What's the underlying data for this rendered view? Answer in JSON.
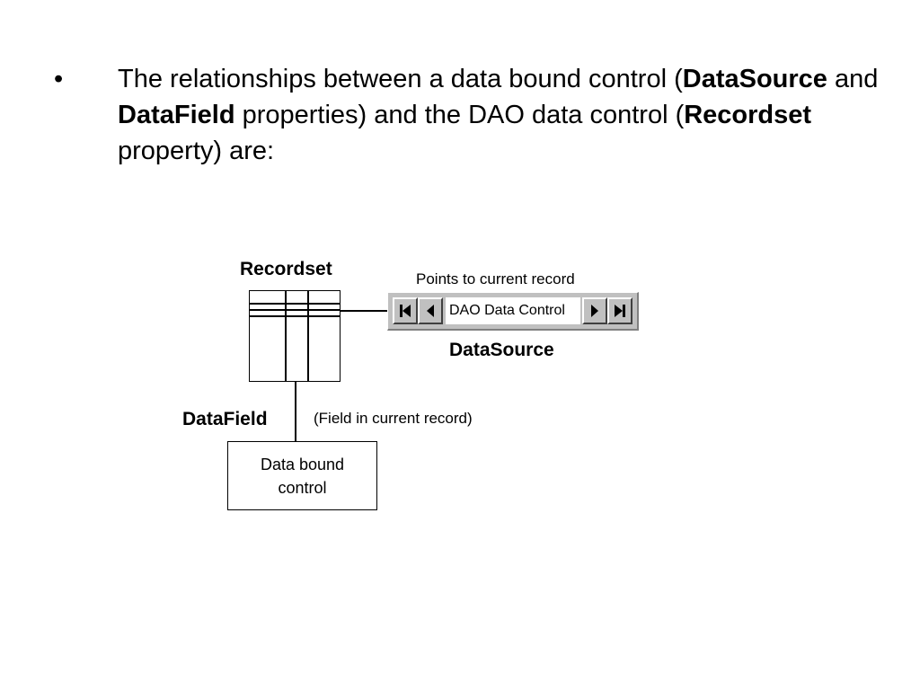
{
  "slide": {
    "bullet_char": "•",
    "text": {
      "p1": "The relationships between a data bound control (",
      "b1": "DataSource",
      "p2": " and ",
      "b2": "DataField",
      "p3": " properties) and the DAO data control (",
      "b3": "Recordset",
      "p4": " property) are:"
    }
  },
  "diagram": {
    "recordset_label": "Recordset",
    "points_to_label": "Points to current record",
    "dao_control": {
      "caption": "DAO Data Control",
      "buttons": [
        "first-record",
        "previous-record",
        "next-record",
        "last-record"
      ],
      "face_color": "#c0c0c0"
    },
    "datasource_label": "DataSource",
    "datafield_label": "DataField",
    "field_note": "(Field in current record)",
    "bound_control": {
      "line1": "Data bound",
      "line2": "control"
    }
  }
}
